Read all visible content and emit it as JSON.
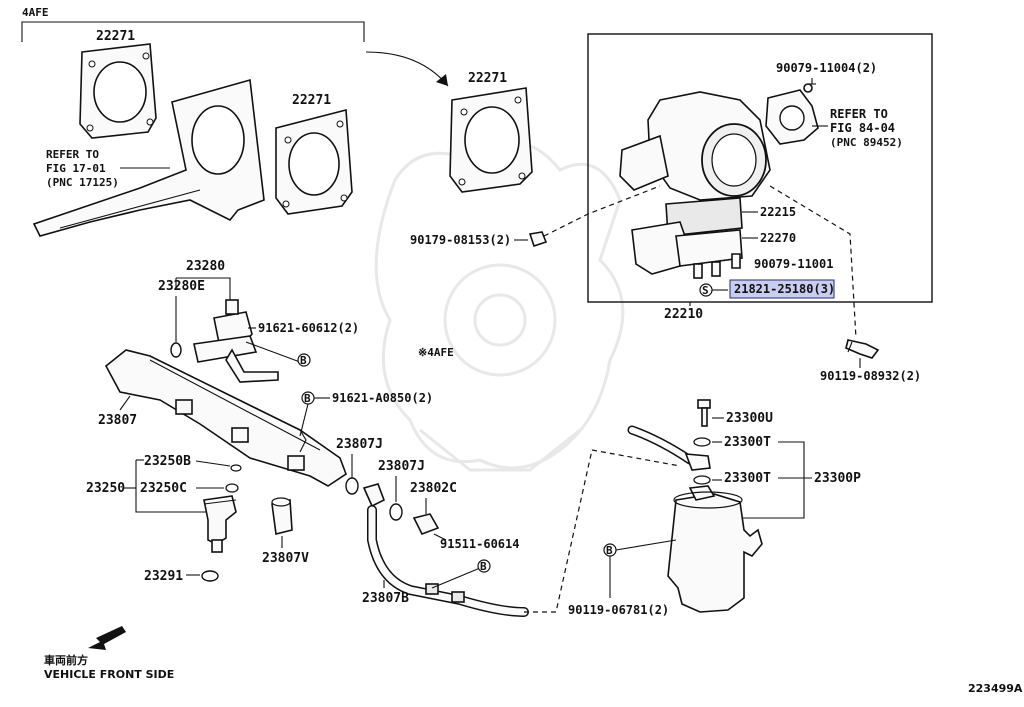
{
  "engine_label": "4AFE",
  "engine_label_marked": "※4AFE",
  "diagram_number": "223499A",
  "front_side": {
    "jp": "車両前方",
    "en": "VEHICLE FRONT SIDE"
  },
  "refer_left": {
    "line1": "REFER TO",
    "line2": "FIG 17-01",
    "line3": "(PNC 17125)"
  },
  "refer_right": {
    "line1": "REFER TO",
    "line2": "FIG 84-04",
    "line3": "(PNC 89452)"
  },
  "parts": {
    "p22271_a": "22271",
    "p22271_b": "22271",
    "p22271_c": "22271",
    "p90079_11004": "90079-11004(2)",
    "p22215": "22215",
    "p22270": "22270",
    "p90079_11001": "90079-11001",
    "p21821_25180": "21821-25180(3)",
    "p22210": "22210",
    "p90179_08153": "90179-08153(2)",
    "p90119_08932": "90119-08932(2)",
    "p23280": "23280",
    "p23280E": "23280E",
    "p91621_60612": "91621-60612(2)",
    "p91621_A0850": "91621-A0850(2)",
    "p23807": "23807",
    "p23807J_a": "23807J",
    "p23807J_b": "23807J",
    "p23802C": "23802C",
    "p91511_60614": "91511-60614",
    "p23807V": "23807V",
    "p23807B": "23807B",
    "p23250B": "23250B",
    "p23250": "23250",
    "p23250C": "23250C",
    "p23291": "23291",
    "p23300U": "23300U",
    "p23300T_a": "23300T",
    "p23300T_b": "23300T",
    "p23300P": "23300P",
    "p90119_06781": "90119-06781(2)"
  },
  "symbols": {
    "bolt": "B",
    "seal": "S"
  },
  "highlight_color": "#c9cdf0"
}
